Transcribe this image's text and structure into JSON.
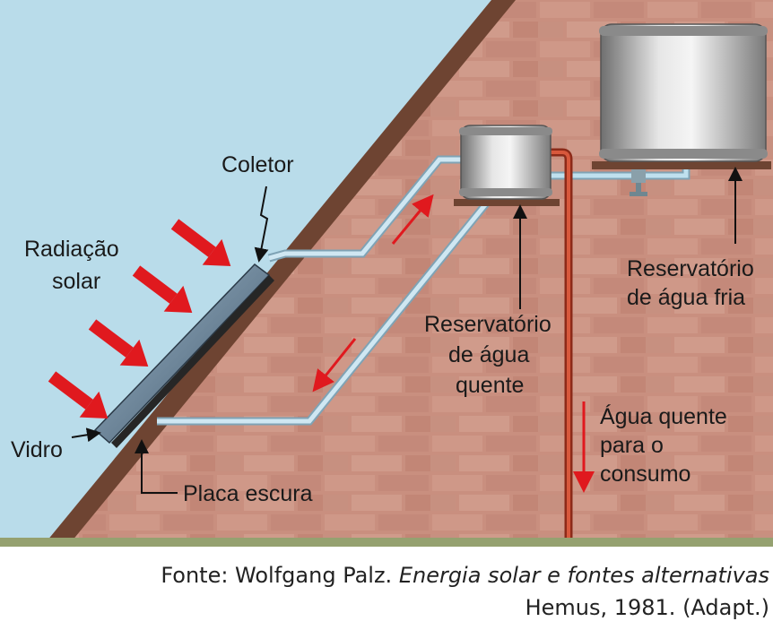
{
  "labels": {
    "collector": "Coletor",
    "radiation_line1": "Radiação",
    "radiation_line2": "solar",
    "glass": "Vidro",
    "dark_plate": "Placa escura",
    "hot_tank_line1": "Reservatório",
    "hot_tank_line2": "de água",
    "hot_tank_line3": "quente",
    "cold_tank_line1": "Reservatório",
    "cold_tank_line2": "de água fria",
    "hot_water_line1": "Água quente",
    "hot_water_line2": "para o",
    "hot_water_line3": "consumo"
  },
  "source": {
    "prefix": "Fonte: Wolfgang Palz. ",
    "title": "Energia solar e fontes alternativas",
    "line2": "Hemus, 1981. (Adapt.)"
  },
  "colors": {
    "sky": "#b9dcea",
    "wall": "#c98f7f",
    "roof": "#6e4432",
    "radiation_arrow": "#e0191e",
    "hot_pipe": "#c8432a",
    "cold_pipe": "#9fc3d4",
    "ground": "#95a170"
  }
}
